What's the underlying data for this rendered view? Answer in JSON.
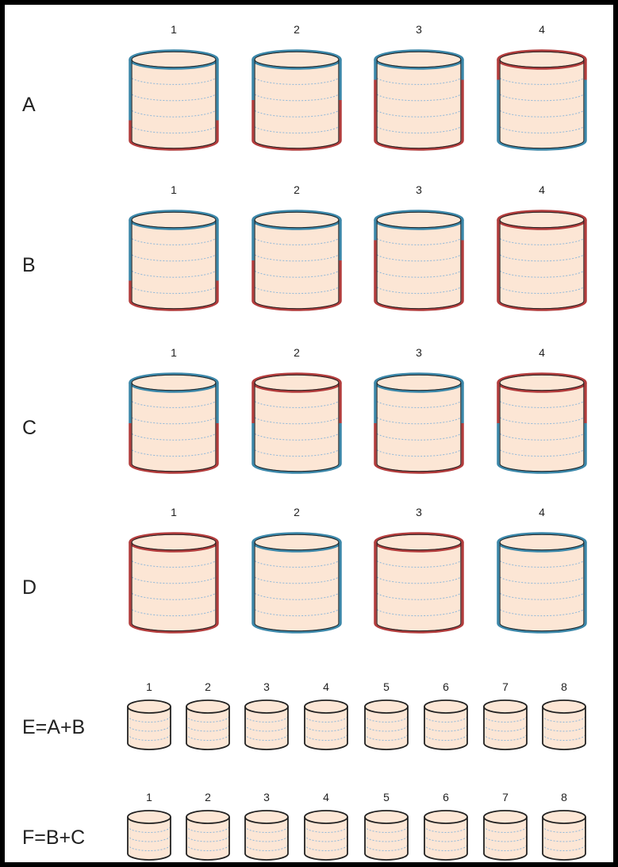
{
  "colors": {
    "fill": "#fce6d5",
    "outline": "#222222",
    "blue": "#3b87a9",
    "red": "#b23c3c",
    "dotted": "#8fb7d9",
    "text": "#222222"
  },
  "rows": [
    {
      "label": "A",
      "disks": [
        {
          "num": "1",
          "top": "blue",
          "bottom": "red",
          "split": 0.75
        },
        {
          "num": "2",
          "top": "blue",
          "bottom": "red",
          "split": 0.5
        },
        {
          "num": "3",
          "top": "blue",
          "bottom": "red",
          "split": 0.25
        },
        {
          "num": "4",
          "top": "red",
          "bottom": "blue",
          "split": 0.25
        }
      ]
    },
    {
      "label": "B",
      "disks": [
        {
          "num": "1",
          "top": "blue",
          "bottom": "red",
          "split": 0.75
        },
        {
          "num": "2",
          "top": "blue",
          "bottom": "red",
          "split": 0.5
        },
        {
          "num": "3",
          "top": "blue",
          "bottom": "red",
          "split": 0.25
        },
        {
          "num": "4",
          "top": "red",
          "bottom": "red",
          "split": 1.0
        }
      ]
    },
    {
      "label": "C",
      "disks": [
        {
          "num": "1",
          "top": "blue",
          "bottom": "red",
          "split": 0.5
        },
        {
          "num": "2",
          "top": "red",
          "bottom": "blue",
          "split": 0.5
        },
        {
          "num": "3",
          "top": "blue",
          "bottom": "red",
          "split": 0.5
        },
        {
          "num": "4",
          "top": "red",
          "bottom": "blue",
          "split": 0.5
        }
      ]
    },
    {
      "label": "D",
      "disks": [
        {
          "num": "1",
          "top": "red",
          "bottom": "red",
          "split": 1.0
        },
        {
          "num": "2",
          "top": "blue",
          "bottom": "blue",
          "split": 1.0
        },
        {
          "num": "3",
          "top": "red",
          "bottom": "red",
          "split": 1.0
        },
        {
          "num": "4",
          "top": "blue",
          "bottom": "blue",
          "split": 1.0
        }
      ]
    }
  ],
  "small_rows": [
    {
      "label": "E=A+B",
      "numbers": [
        "1",
        "2",
        "3",
        "4",
        "5",
        "6",
        "7",
        "8"
      ]
    },
    {
      "label": "F=B+C",
      "numbers": [
        "1",
        "2",
        "3",
        "4",
        "5",
        "6",
        "7",
        "8"
      ]
    }
  ]
}
